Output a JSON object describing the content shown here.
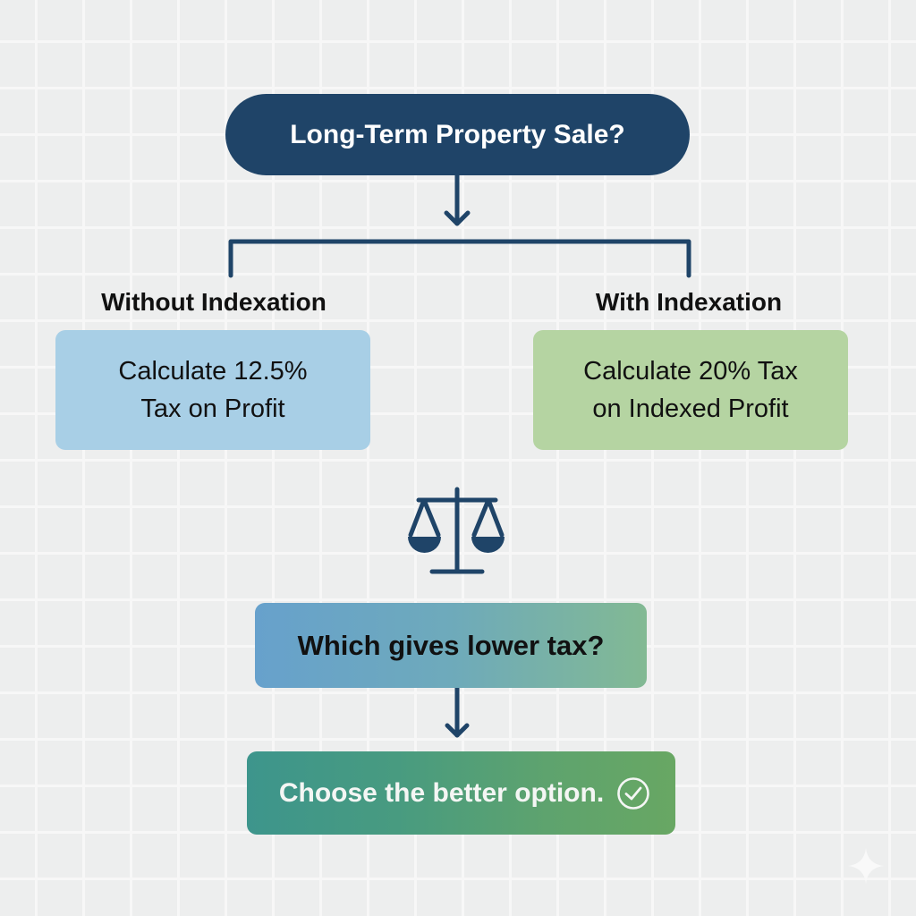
{
  "diagram": {
    "start": {
      "label": "Long-Term Property Sale?"
    },
    "branches": [
      {
        "heading": "Without Indexation",
        "box_line1": "Calculate 12.5%",
        "box_line2": "Tax on Profit",
        "color": "#a8cfe6"
      },
      {
        "heading": "With Indexation",
        "box_line1": "Calculate 20% Tax",
        "box_line2": "on Indexed Profit",
        "color": "#b5d4a2"
      }
    ],
    "compare_icon": "balance-scale-icon",
    "decision": {
      "label": "Which gives lower tax?"
    },
    "result": {
      "label": "Choose the better option.",
      "icon": "check-circle-icon"
    },
    "colors": {
      "primary": "#1f4468",
      "background": "#edeeee",
      "grid": "#f7f7f7"
    }
  }
}
